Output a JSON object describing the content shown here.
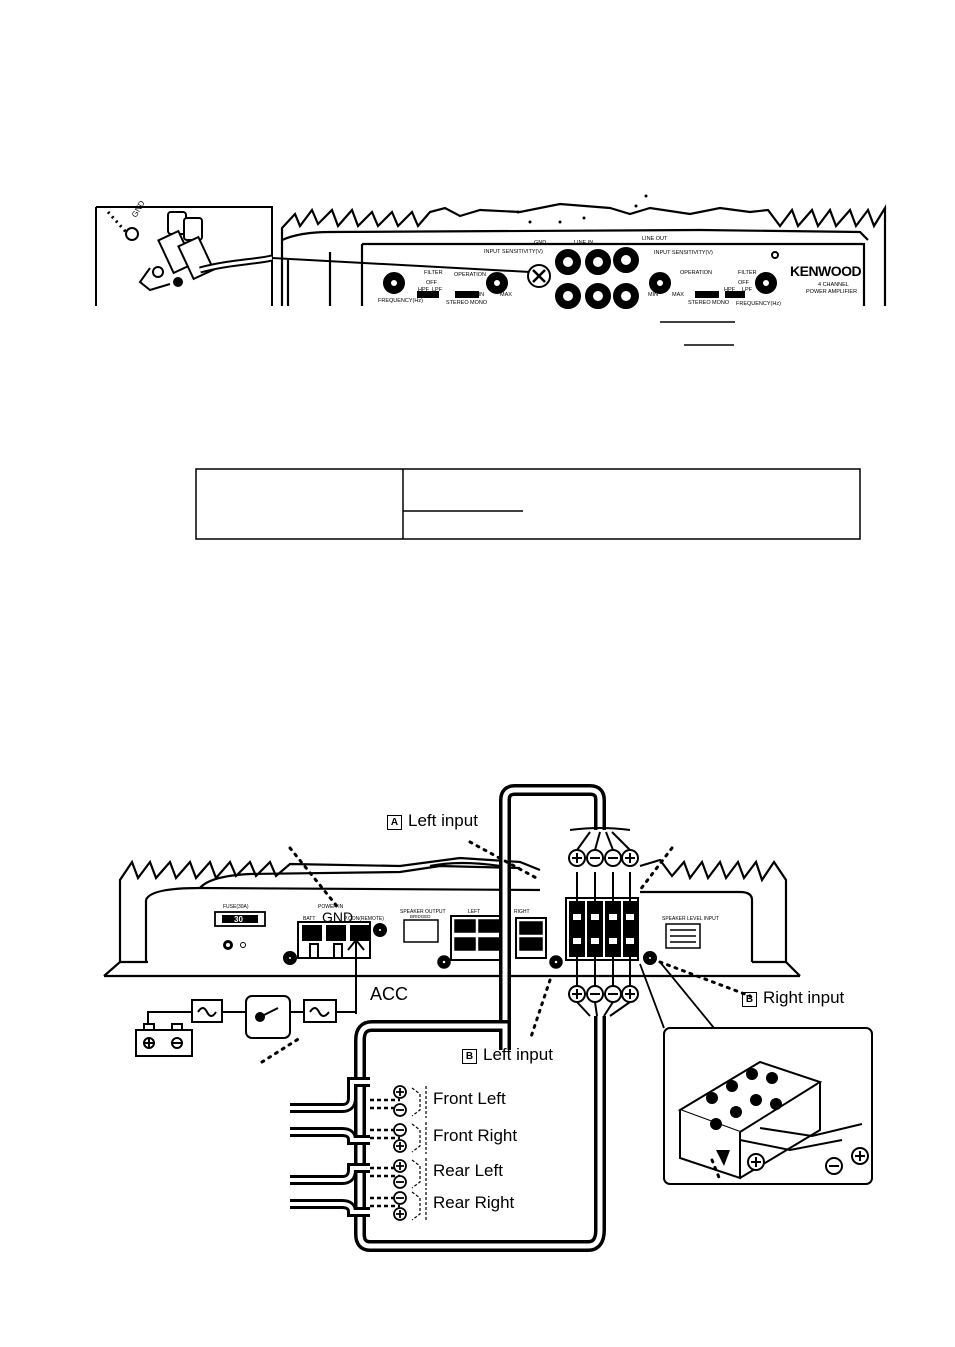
{
  "top_figure": {
    "brand": "KENWOOD",
    "subtitle_line1": "4 CHANNEL",
    "subtitle_line2": "POWER AMPLIFIER",
    "panel_labels": {
      "input_sensitivity": "INPUT SENSITIVITY(V)",
      "filter": "FILTER",
      "operation": "OPERATION",
      "line_in": "LINE IN",
      "line_out": "LINE OUT",
      "gnd": "GND",
      "frequency": "FREQUENCY(Hz)",
      "min": "MIN",
      "max": "MAX",
      "hpf": "HPF",
      "lpf": "LPF",
      "off": "OFF",
      "stereo": "STEREO",
      "monaural": "MONO"
    },
    "inset_label": "GND"
  },
  "bottom_figure": {
    "labels": {
      "a_left_input": "Left input",
      "a_tag": "A",
      "b_left_input": "Left input",
      "b_right_input": "Right input",
      "b_tag": "B",
      "gnd": "GND",
      "acc": "ACC",
      "front_left": "Front Left",
      "front_right": "Front Right",
      "rear_left": "Rear Left",
      "rear_right": "Rear Right"
    },
    "panel_labels": {
      "fuse": "FUSE(30A)",
      "fuse_value": "30",
      "power_in": "POWER IN",
      "batt": "BATT",
      "remote": "P.CON(REMOTE)",
      "speaker_output": "SPEAKER OUTPUT",
      "bridged": "BRIDGED",
      "left": "LEFT",
      "right": "RIGHT",
      "speaker_level_input": "SPEAKER LEVEL INPUT"
    }
  },
  "colors": {
    "ink": "#000000",
    "paper": "#ffffff"
  }
}
